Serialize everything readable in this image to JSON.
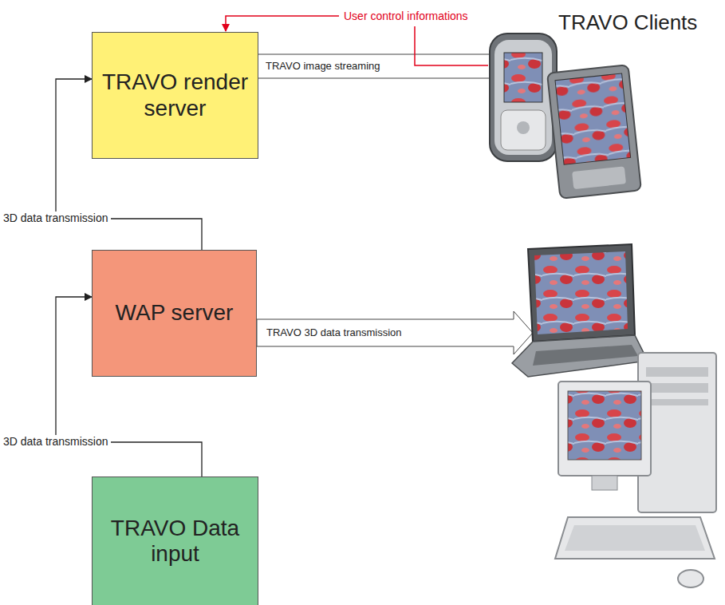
{
  "diagram": {
    "nodes": [
      {
        "text": [
          "TRAVO render server"
        ]
      },
      {
        "text": [
          "WAP server"
        ]
      },
      {
        "text": [
          "TRAVO Data input"
        ]
      }
    ],
    "edges": [
      {
        "from": 1,
        "to": 0,
        "arrow": "to",
        "label": "3D data transmission"
      },
      {
        "from": 2,
        "to": 1,
        "arrow": "to",
        "label": "3D data transmission"
      }
    ],
    "labels": [
      "User control informations",
      "TRAVO Clients",
      "TRAVO image streaming",
      "TRAVO 3D data transmission"
    ]
  }
}
